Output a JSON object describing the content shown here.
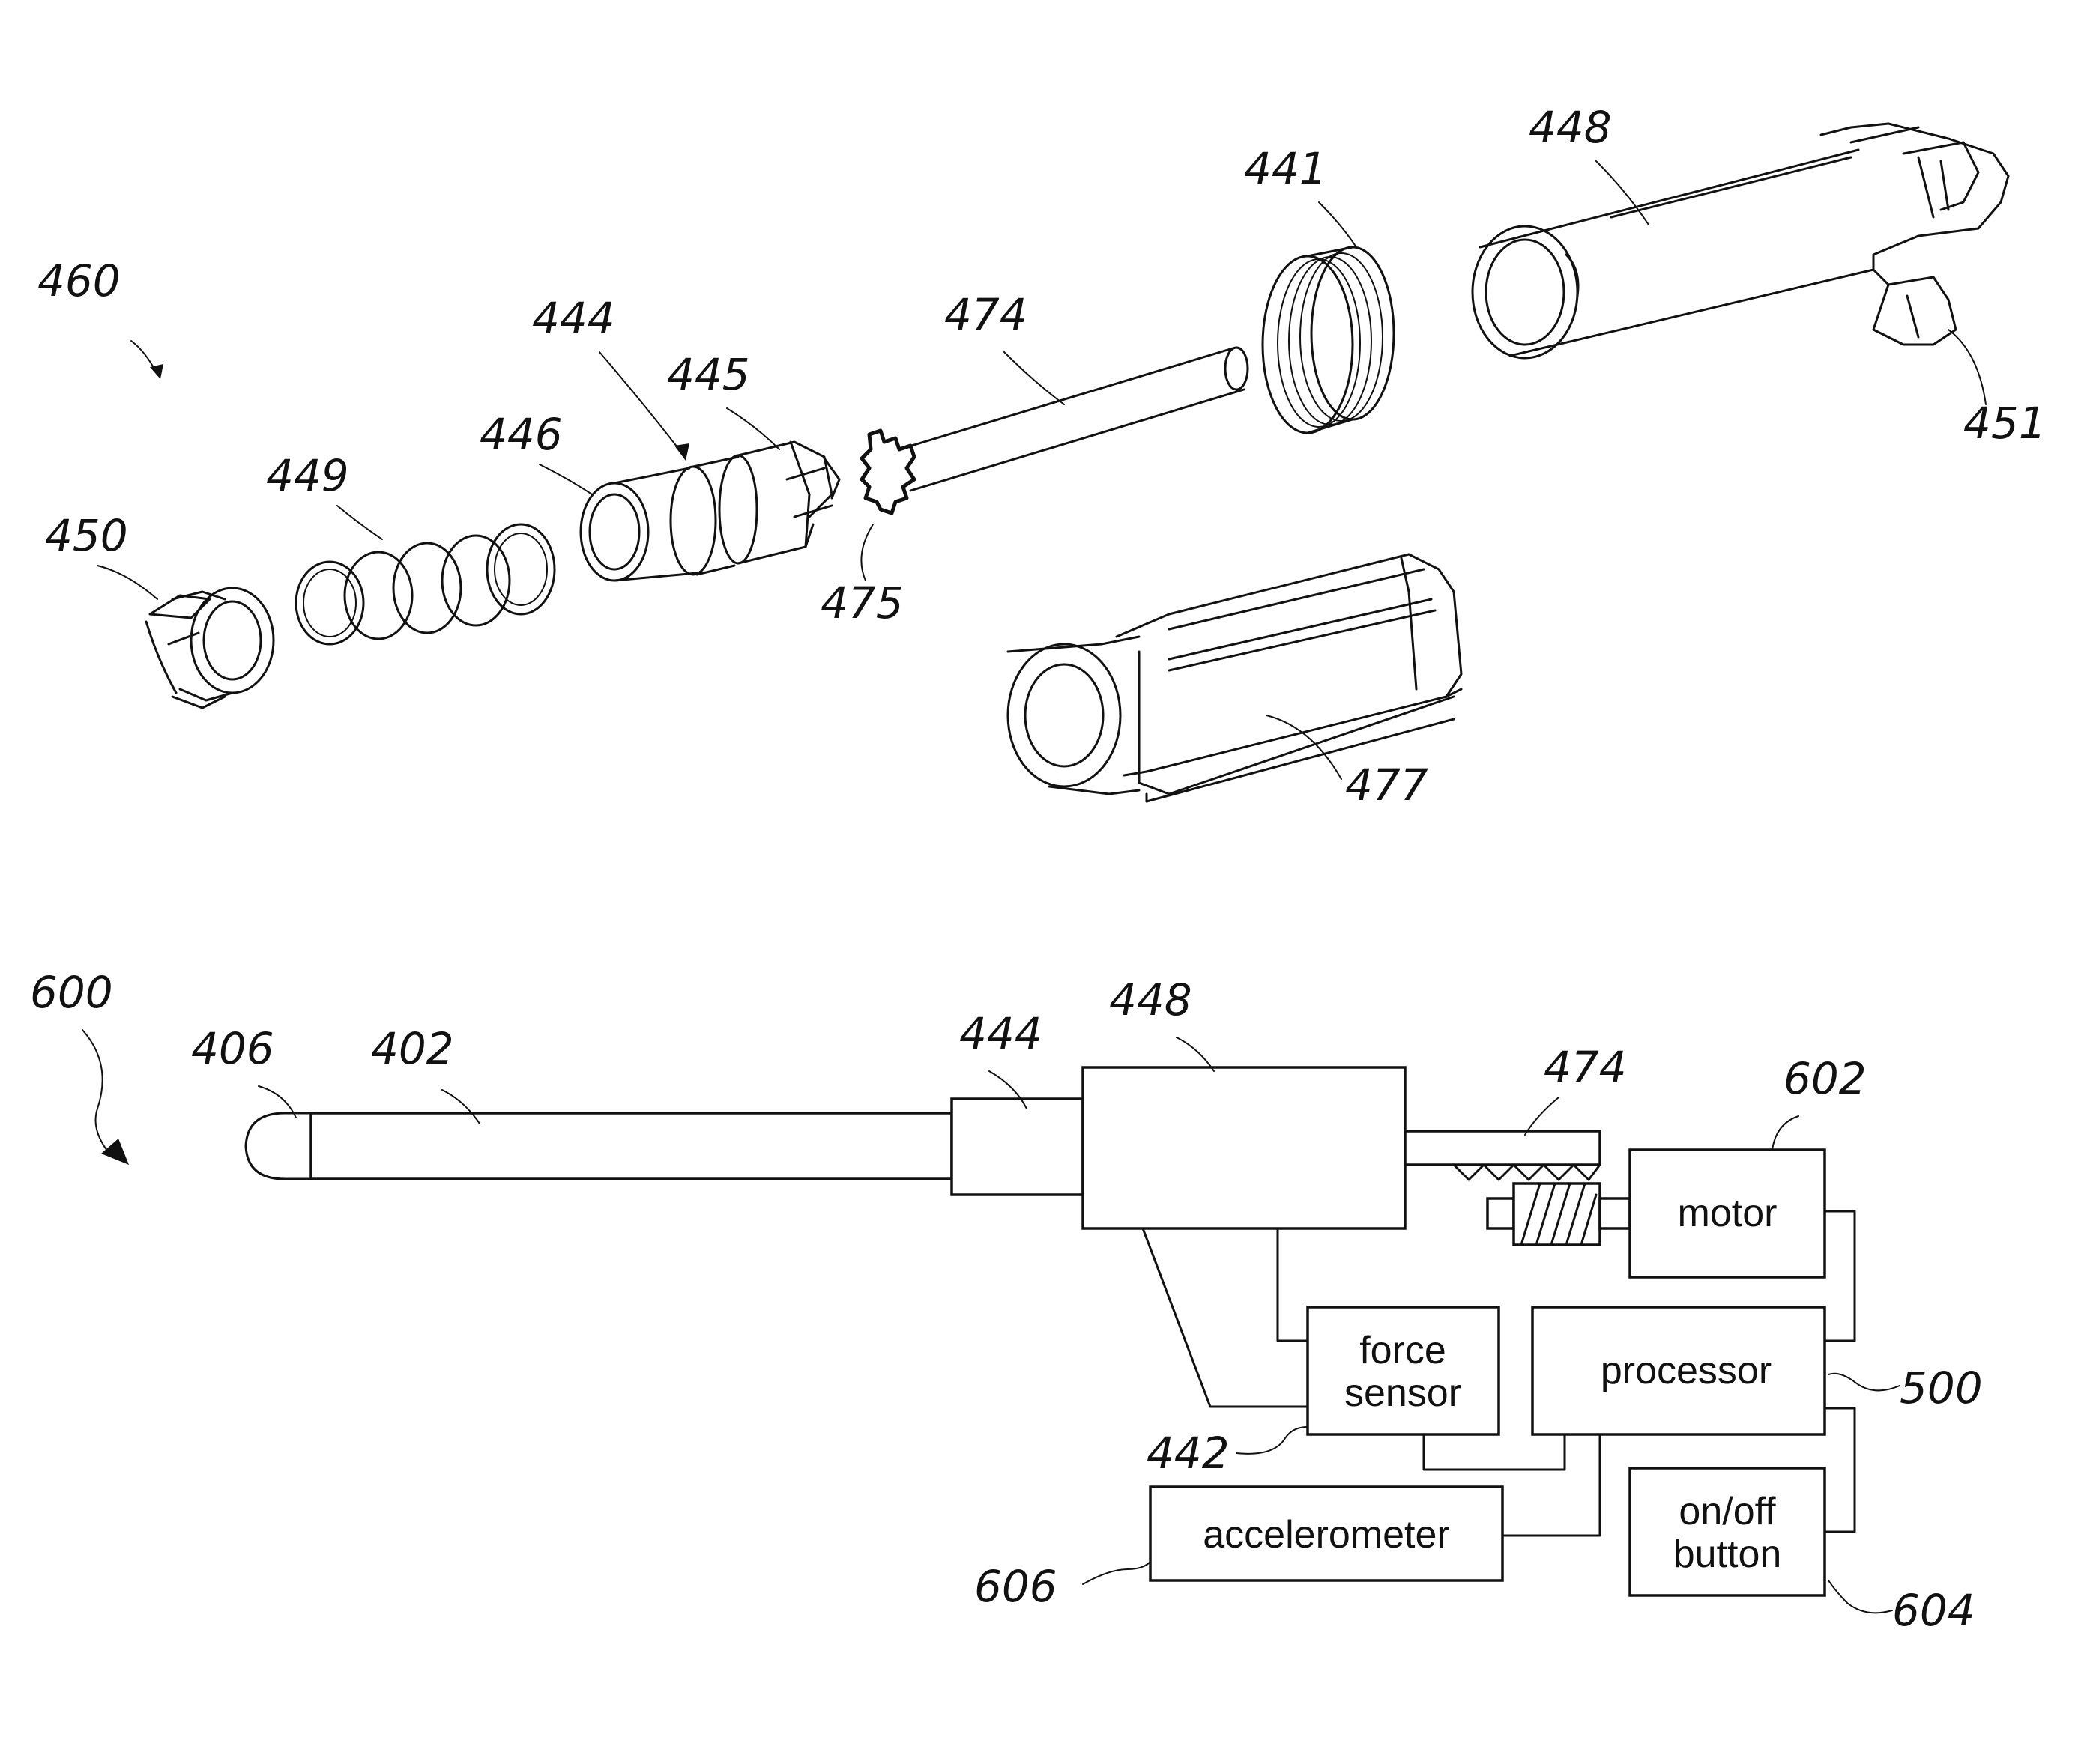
{
  "refs": {
    "r460": "460",
    "r444a": "444",
    "r445": "445",
    "r446": "446",
    "r449": "449",
    "r450": "450",
    "r474a": "474",
    "r475": "475",
    "r441": "441",
    "r448a": "448",
    "r451": "451",
    "r477": "477",
    "r600": "600",
    "r406": "406",
    "r402": "402",
    "r444b": "444",
    "r448b": "448",
    "r474b": "474",
    "r602": "602",
    "r500": "500",
    "r442": "442",
    "r606": "606",
    "r604": "604"
  },
  "blocks": {
    "motor": "motor",
    "force_line1": "force",
    "force_line2": "sensor",
    "processor": "processor",
    "accelerometer": "accelerometer",
    "onoff_line1": "on/off",
    "onoff_line2": "button"
  }
}
